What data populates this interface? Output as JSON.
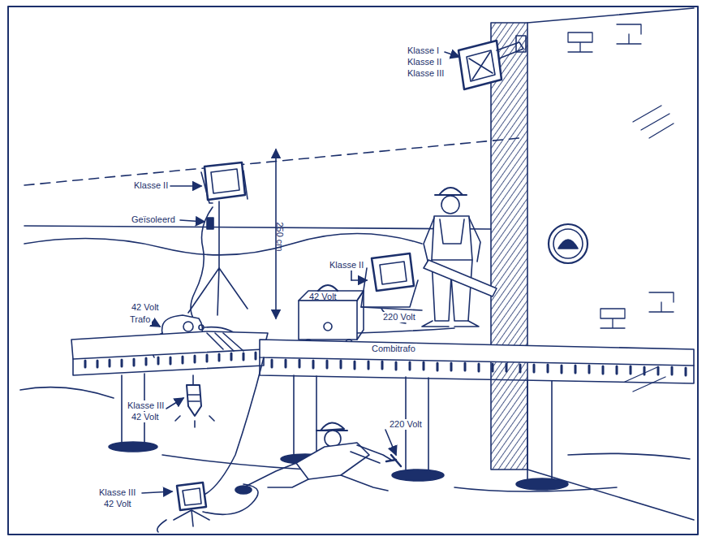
{
  "diagram": {
    "labels": [
      "Klasse I",
      "Klasse II",
      "Klasse III",
      "Klasse II",
      "Geïsoleerd",
      "250 cm",
      "Klasse II",
      "42 Volt",
      "Trafo",
      "42 Volt",
      "220 Volt",
      "Combitrafo",
      "Klasse III",
      "42 Volt",
      "220 Volt",
      "Klasse III",
      "42 Volt"
    ]
  }
}
